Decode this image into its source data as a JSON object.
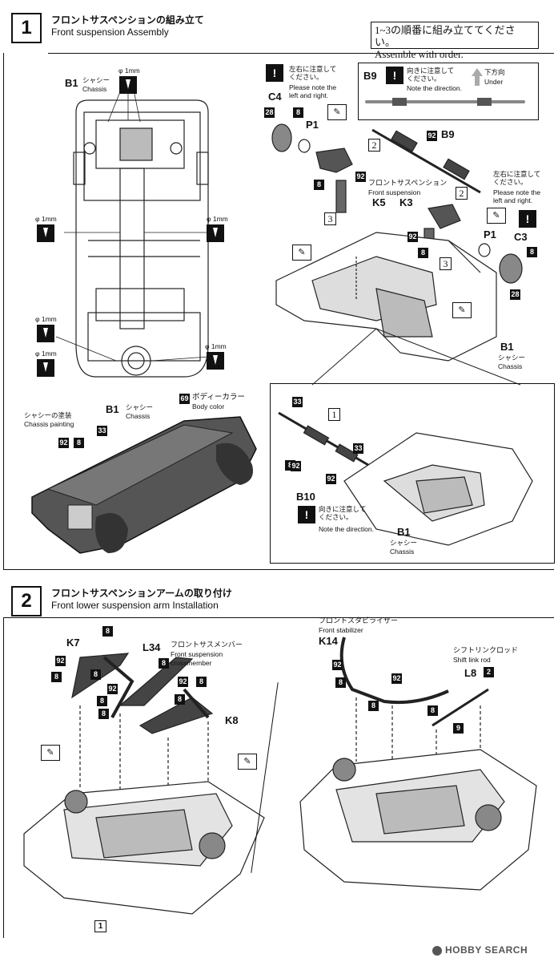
{
  "step1": {
    "number": "1",
    "title_jp": "フロントサスペンションの組み立て",
    "title_en": "Front suspension Assembly",
    "order_note_jp": "1~3の順番に組み立ててください。",
    "order_note_en": "Assemble with order.",
    "chassis_label": "B1",
    "chassis_jp": "シャシー",
    "chassis_en": "Chassis",
    "drill": "φ 1mm",
    "note_lr_jp": "左右に注意して ください。",
    "note_lr_en": "Please note the left and right.",
    "note_dir_jp": "向きに注意して ください。",
    "note_dir_en": "Note the direction.",
    "under_jp": "下方向",
    "under_en": "Under",
    "susp_jp": "フロントサスペンション",
    "susp_en": "Front suspension",
    "parts": {
      "c4": "C4",
      "c3": "C3",
      "p1": "P1",
      "b9": "B9",
      "k5": "K5",
      "k3": "K3",
      "b10": "B10"
    },
    "paint_label_jp": "シャシーの塗装",
    "paint_label_en": "Chassis painting",
    "body_color_jp": "ボディーカラー",
    "body_color_en": "Body color",
    "paints": {
      "p28": "28",
      "p8": "8",
      "p92": "92",
      "p33": "33",
      "p69": "69"
    },
    "order": {
      "o1": "1",
      "o2": "2",
      "o3": "3"
    }
  },
  "step2": {
    "number": "2",
    "title_jp": "フロントサスペンションアームの取り付け",
    "title_en": "Front lower suspension arm Installation",
    "k7": "K7",
    "l34": "L34",
    "l34_jp": "フロントサスメンバー",
    "l34_en1": "Front suspension",
    "l34_en2": "crossmember",
    "k8": "K8",
    "k14": "K14",
    "k14_jp": "フロントスタビライザー",
    "k14_en": "Front stabilizer",
    "l8": "L8",
    "l8_jp": "シフトリンクロッド",
    "l8_en": "Shift link rod",
    "paints": {
      "p8": "8",
      "p92": "92",
      "p9": "9",
      "p2": "2"
    },
    "step_ref": "1"
  },
  "watermark": "HOBBY SEARCH"
}
